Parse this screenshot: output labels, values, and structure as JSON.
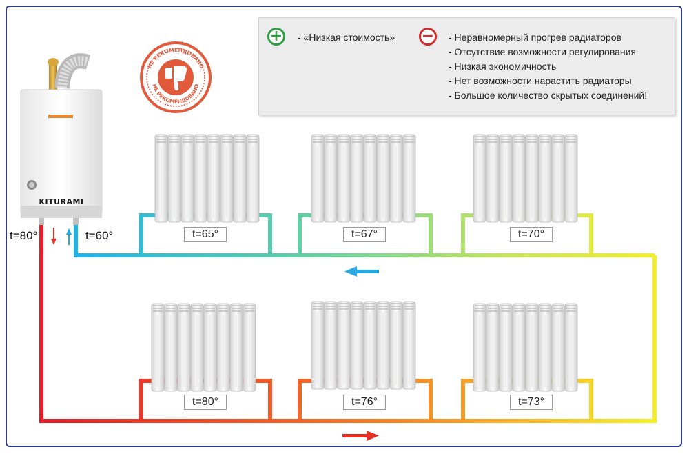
{
  "pros": {
    "icon": "plus-circle-icon",
    "color": "#2ea043",
    "items": [
      "- «Низкая стоимость»"
    ]
  },
  "cons": {
    "icon": "minus-circle-icon",
    "color": "#d32a2a",
    "items": [
      "- Неравномерный прогрев радиаторов",
      "- Отсутствие возможности регулирования",
      "- Низкая экономичность",
      "- Нет возможности нарастить радиаторы",
      "- Большое количество скрытых соединений!"
    ]
  },
  "stamp": {
    "text_top": "НЕ РЕКОМЕНДОВАНО",
    "text_bottom": "НЕ РЕКОМЕНДОВАНО",
    "icon": "thumbs-down-icon",
    "color": "#e25a3c"
  },
  "boiler": {
    "brand": "KITURAMI",
    "supply_temp": "t=80°",
    "return_temp": "t=60°"
  },
  "radiators": {
    "top_row": [
      {
        "temp": "t=65°"
      },
      {
        "temp": "t=67°"
      },
      {
        "temp": "t=70°"
      }
    ],
    "bottom_row": [
      {
        "temp": "t=80°"
      },
      {
        "temp": "t=76°"
      },
      {
        "temp": "t=73°"
      }
    ]
  },
  "flow_arrows": {
    "return_color": "#29a7e0",
    "supply_color": "#e53026"
  }
}
